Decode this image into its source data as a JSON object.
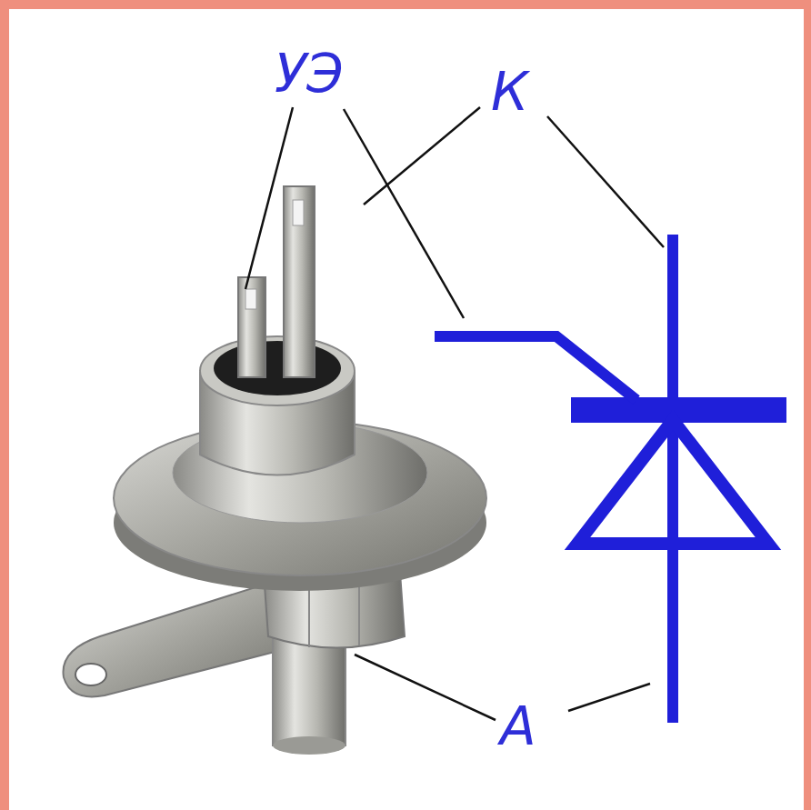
{
  "diagram": {
    "labels": [
      "УЭ",
      "К",
      "А"
    ]
  }
}
